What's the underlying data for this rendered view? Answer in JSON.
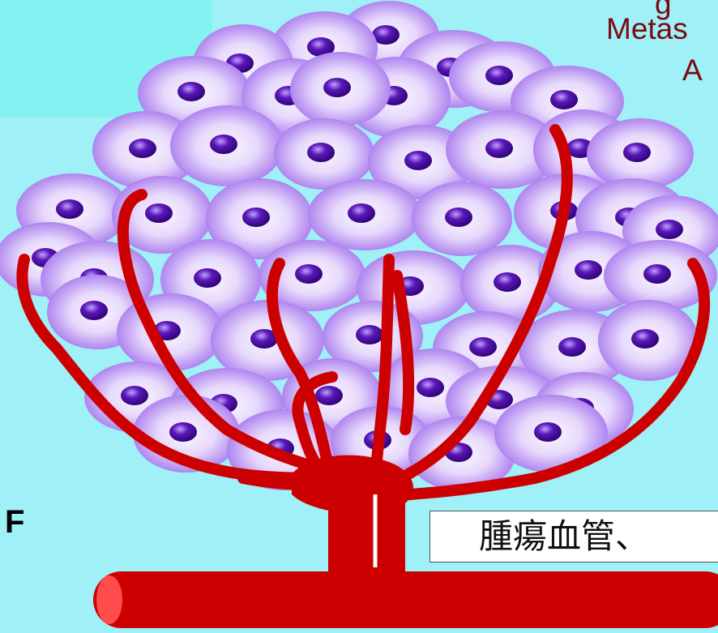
{
  "title_lines": [
    "g",
    "Metas",
    "A"
  ],
  "side_label": "F",
  "caption": "腫瘍血管、",
  "colors": {
    "background": "#9ff0f7",
    "panel": "#84f2f0",
    "vessel": "#cc0000",
    "cell_light": "#f4eefc",
    "cell_dark": "#8a55e0",
    "nucleus": "#4a0aa0",
    "title": "#7a0a12"
  }
}
